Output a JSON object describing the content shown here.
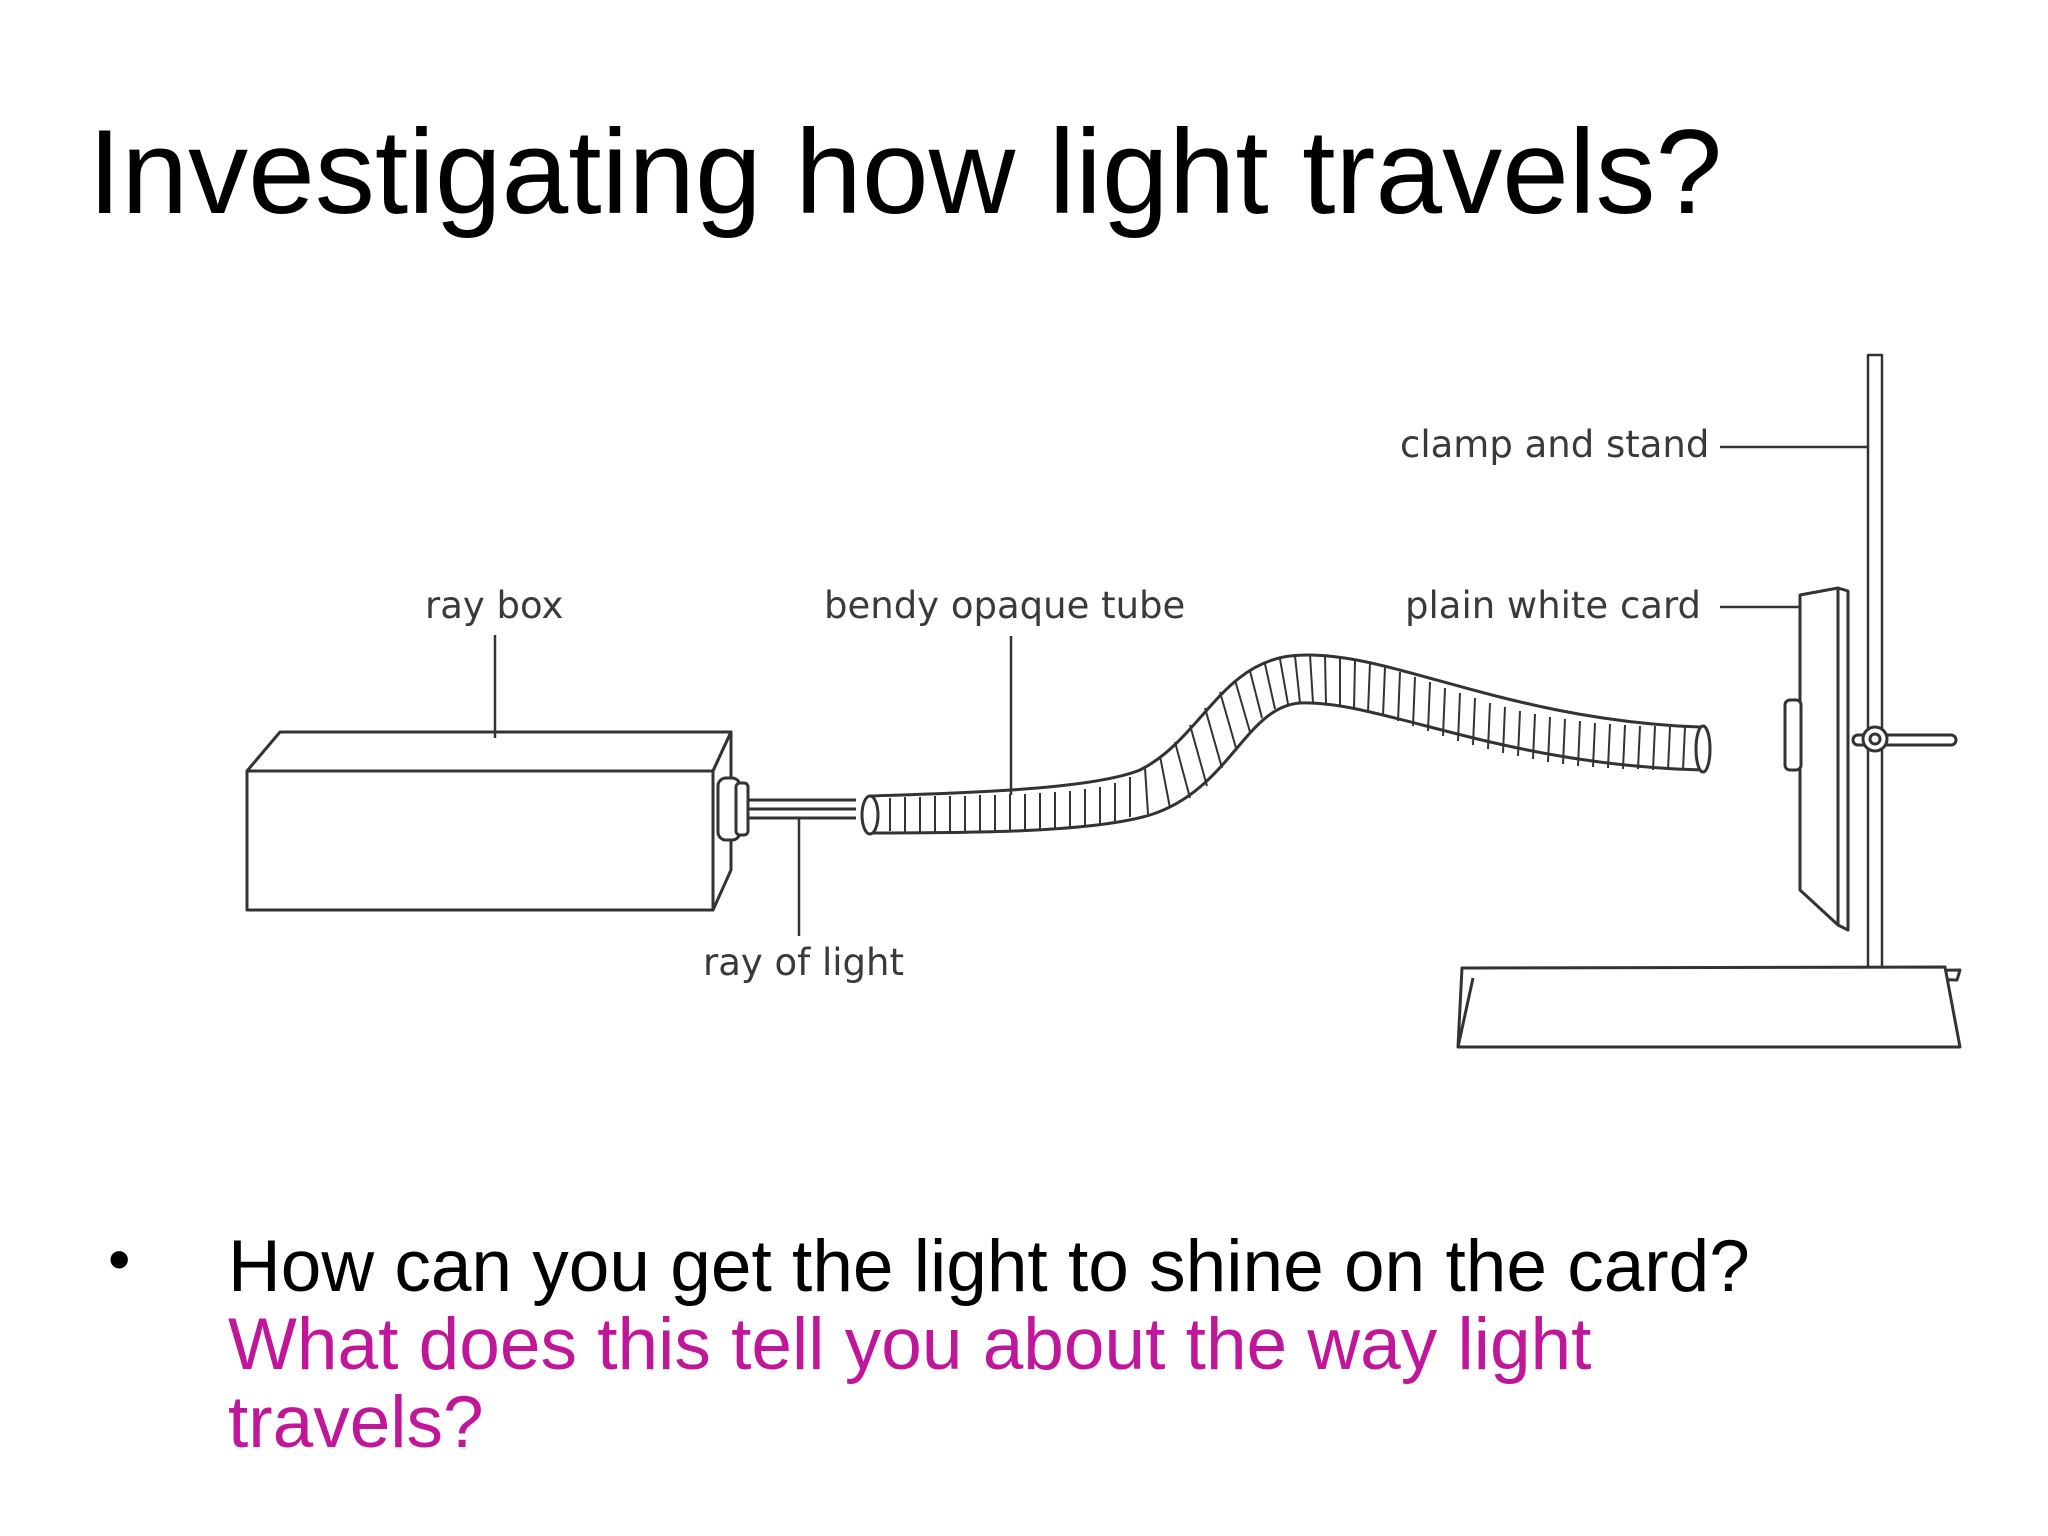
{
  "slide": {
    "title": "Investigating how light travels?"
  },
  "diagram": {
    "labels": {
      "clamp_and_stand": "clamp and stand",
      "ray_box": "ray box",
      "bendy_opaque_tube": "bendy opaque tube",
      "plain_white_card": "plain white card",
      "ray_of_light": "ray of light"
    }
  },
  "bullets": [
    {
      "question": "How can you get the light to shine on the card?",
      "follow_up": "What does this tell you about the way light travels?"
    }
  ],
  "colors": {
    "title": "#000000",
    "question": "#000000",
    "follow_up": "#c0179a",
    "line_art": "#333333"
  }
}
